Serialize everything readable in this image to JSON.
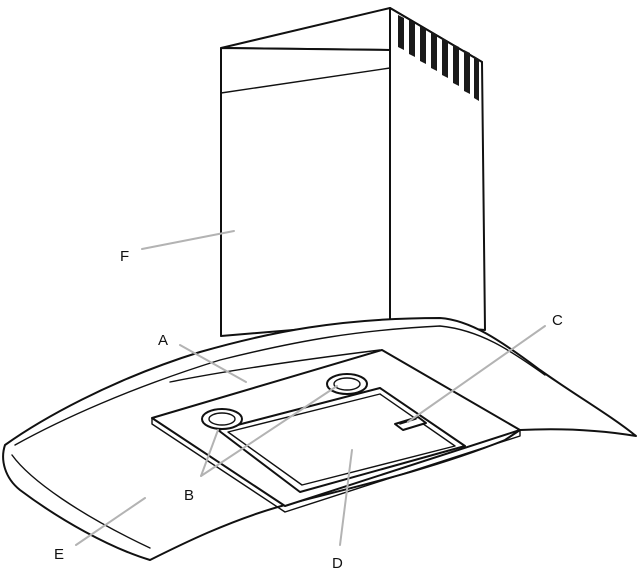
{
  "callouts": {
    "a": "A",
    "b": "B",
    "c": "C",
    "d": "D",
    "e": "E",
    "f": "F"
  },
  "colors": {
    "outline": "#111111",
    "leader": "#b3b3b3",
    "background": "#ffffff"
  }
}
